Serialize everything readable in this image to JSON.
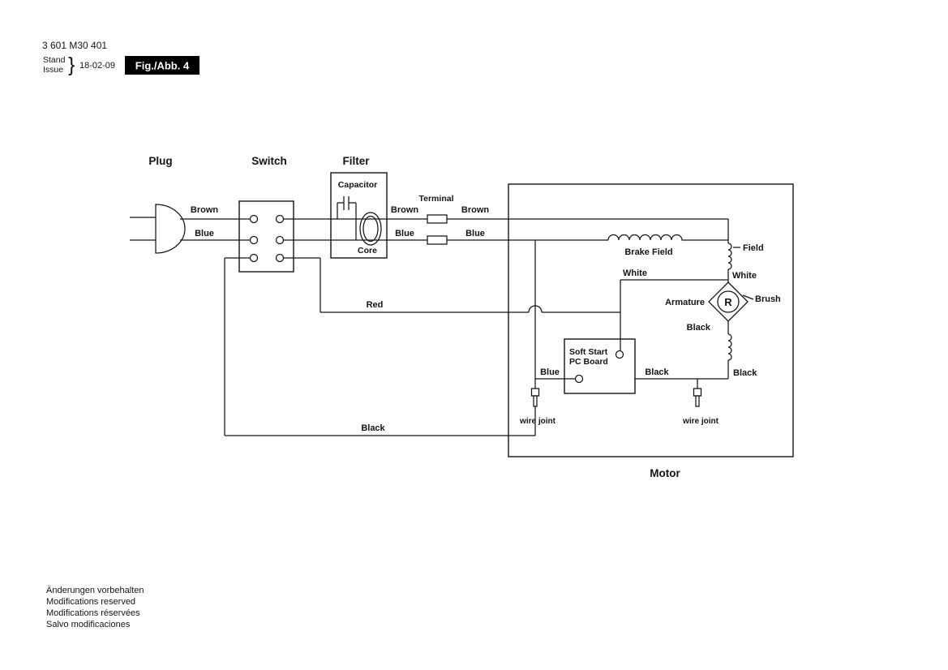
{
  "header": {
    "part_number": "3 601 M30 401",
    "stand_label": "Stand",
    "issue_label": "Issue",
    "brace": "}",
    "date": "18-02-09",
    "figure_badge": "Fig./Abb. 4"
  },
  "sections": {
    "plug": "Plug",
    "switch": "Switch",
    "filter": "Filter",
    "motor": "Motor"
  },
  "filter": {
    "capacitor_label": "Capacitor",
    "core_label": "Core"
  },
  "terminal_label": "Terminal",
  "board": {
    "line1": "Soft Start",
    "line2": "PC Board"
  },
  "components": {
    "brake_field": "Brake Field",
    "field": "Field",
    "armature": "Armature",
    "armature_letter": "R",
    "brush": "Brush"
  },
  "wires": {
    "brown_plug": "Brown",
    "blue_plug": "Blue",
    "brown_filter": "Brown",
    "blue_filter": "Blue",
    "brown_motor": "Brown",
    "blue_motor": "Blue",
    "red": "Red",
    "white_board": "White",
    "white_field": "White",
    "black_armature": "Black",
    "black_board": "Black",
    "black_field": "Black",
    "blue_board": "Blue",
    "black_return": "Black",
    "wire_joint_left": "wire joint",
    "wire_joint_right": "wire joint"
  },
  "footer": {
    "lines": [
      "Änderungen vorbehalten",
      "Modifications reserved",
      "Modifications réservées",
      "Salvo modificaciones"
    ]
  },
  "colors": {
    "line": "#1a1a1a",
    "badge_bg": "#000000",
    "badge_text": "#ffffff",
    "background": "#ffffff"
  }
}
